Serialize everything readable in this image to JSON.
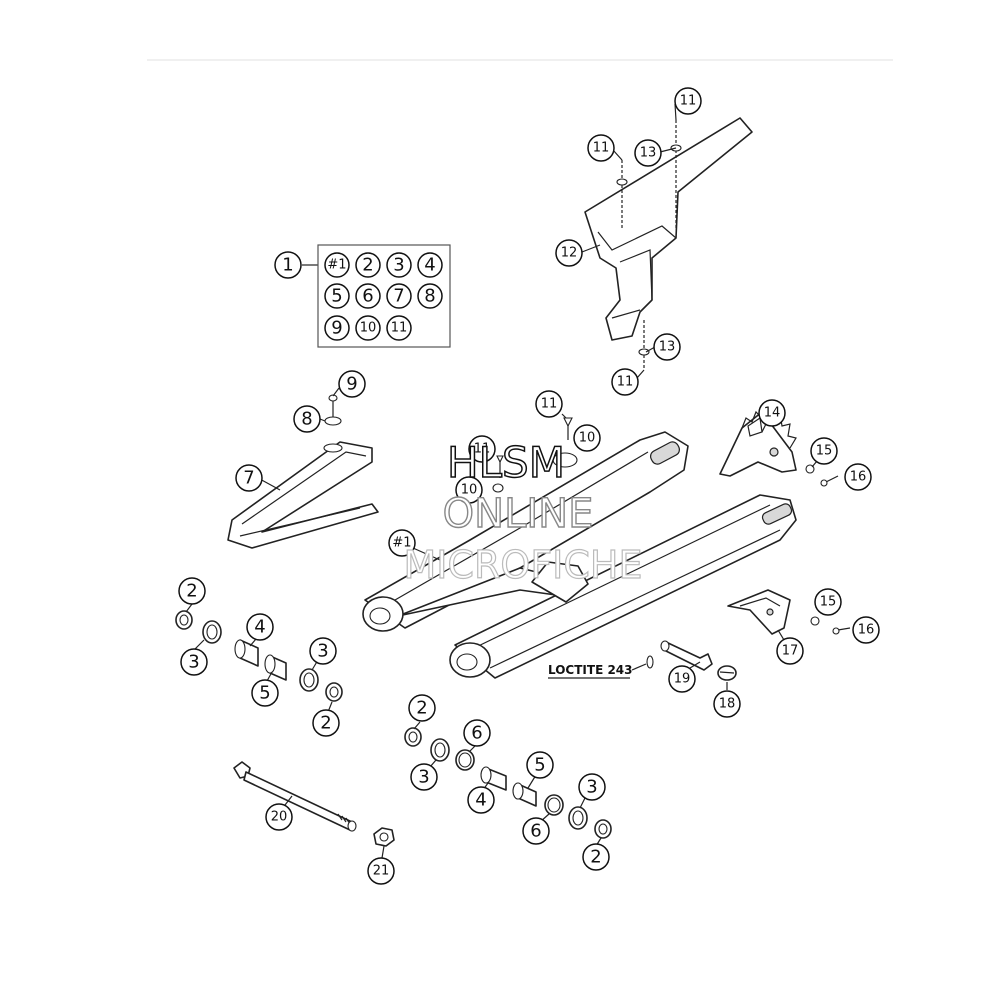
{
  "kit_box": {
    "label": "1",
    "items": [
      "#1",
      "2",
      "3",
      "4",
      "5",
      "6",
      "7",
      "8",
      "9",
      "10",
      "11"
    ]
  },
  "callouts": {
    "c1": "1",
    "c2": "2",
    "c3": "3",
    "c4": "4",
    "c5": "5",
    "c6": "6",
    "c7": "7",
    "c8": "8",
    "c9": "9",
    "c10": "10",
    "c11": "11",
    "c12": "12",
    "c13": "13",
    "c14": "14",
    "c15": "15",
    "c16": "16",
    "c17": "17",
    "c18": "18",
    "c19": "19",
    "c20": "20",
    "c21": "21",
    "swingarm": "#1"
  },
  "annotation": {
    "loctite": "LOCTITE 243"
  },
  "watermark": {
    "line1": "HLSM",
    "line2": "ONLINE",
    "line3": "MICROFICHE"
  },
  "colors": {
    "line": "#222222",
    "background": "#ffffff"
  }
}
